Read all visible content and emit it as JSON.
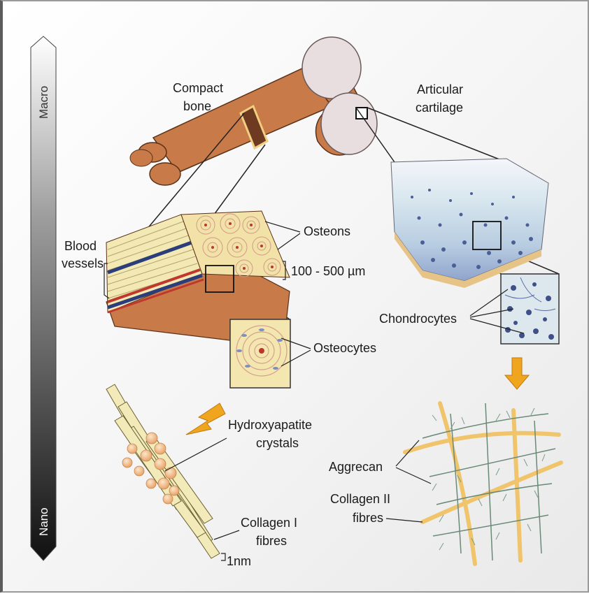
{
  "scale_bar": {
    "top_label": "Macro",
    "bottom_label": "Nano"
  },
  "labels": {
    "compact_bone": [
      "Compact",
      "bone"
    ],
    "articular_cartilage": [
      "Articular",
      "cartilage"
    ],
    "blood_vessels": [
      "Blood",
      "vessels"
    ],
    "osteons": "Osteons",
    "osteon_size": "100 - 500 µm",
    "osteocytes": "Osteocytes",
    "chondrocytes": "Chondrocytes",
    "hydroxyapatite": [
      "Hydroxyapatite",
      "crystals"
    ],
    "collagen_i": [
      "Collagen I",
      "fibres"
    ],
    "fibre_size": "1nm",
    "aggrecan": "Aggrecan",
    "collagen_ii": [
      "Collagen II",
      "fibres"
    ]
  },
  "colors": {
    "bone": "#c87a48",
    "bone_dark": "#6e3a22",
    "joint_head": "#e8dfe0",
    "cortex_yellow": "#f3e9b4",
    "vessel_blue": "#2b3d7a",
    "vessel_red": "#c0382d",
    "cartilage_top": "#eef3f8",
    "cartilage_blue": "#b8cde0",
    "arrow_orange": "#f0a51e",
    "collagen_fibre": "#f2eab8",
    "crystal": "#f3c89a",
    "aggrecan_green": "#6a8a78",
    "collagen_ii": "#f1c160"
  }
}
